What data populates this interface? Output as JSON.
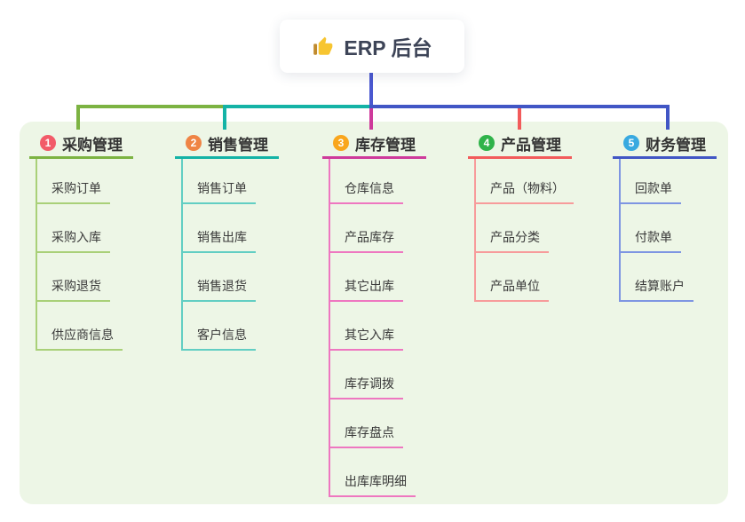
{
  "root": {
    "label": "ERP 后台",
    "icon": "thumbs-up"
  },
  "connector": {
    "root_line_color": "#4a58d0"
  },
  "background": {
    "page": "#ffffff",
    "panel": "#edf6e6"
  },
  "branches": [
    {
      "number": "1",
      "label": "采购管理",
      "line_color": "#7cb342",
      "child_line_color": "#a9d078",
      "badge_color": "#f25b69",
      "children": [
        "采购订单",
        "采购入库",
        "采购退货",
        "供应商信息"
      ]
    },
    {
      "number": "2",
      "label": "销售管理",
      "line_color": "#14b3a6",
      "child_line_color": "#62cec3",
      "badge_color": "#ef8445",
      "children": [
        "销售订单",
        "销售出库",
        "销售退货",
        "客户信息"
      ]
    },
    {
      "number": "3",
      "label": "库存管理",
      "line_color": "#ce3a9b",
      "child_line_color": "#ee77c0",
      "badge_color": "#f9a61d",
      "children": [
        "仓库信息",
        "产品库存",
        "其它出库",
        "其它入库",
        "库存调拨",
        "库存盘点",
        "出库库明细"
      ]
    },
    {
      "number": "4",
      "label": "产品管理",
      "line_color": "#f25b5b",
      "child_line_color": "#f79b9b",
      "badge_color": "#2fb34a",
      "children": [
        "产品（物料）",
        "产品分类",
        "产品单位"
      ]
    },
    {
      "number": "5",
      "label": "财务管理",
      "line_color": "#4156c5",
      "child_line_color": "#7e95e2",
      "badge_color": "#38a9e0",
      "children": [
        "回款单",
        "付款单",
        "结算账户"
      ]
    }
  ]
}
